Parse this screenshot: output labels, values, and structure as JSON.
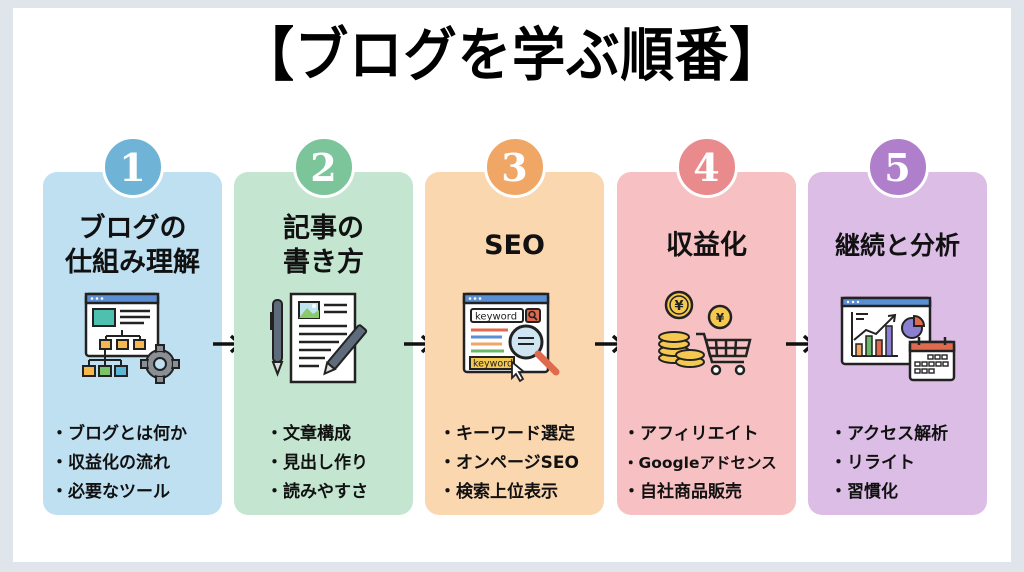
{
  "title": "【ブログを学ぶ順番】",
  "steps": [
    {
      "number": "1",
      "title_line1": "ブログの",
      "title_line2": "仕組み理解",
      "icon": "website-structure-gear-icon",
      "bullets": [
        "ブログとは何か",
        "収益化の流れ",
        "必要なツール"
      ],
      "bg_color": "#bfe0f1",
      "accent_color": "#6fb3d6"
    },
    {
      "number": "2",
      "title_line1": "記事の",
      "title_line2": "書き方",
      "icon": "document-pen-icon",
      "bullets": [
        "文章構成",
        "見出し作り",
        "読みやすさ"
      ],
      "bg_color": "#c4e6d0",
      "accent_color": "#7cc49a"
    },
    {
      "number": "3",
      "title_line1": "SEO",
      "title_line2": "",
      "icon": "keyword-search-icon",
      "bullets": [
        "キーワード選定",
        "オンページSEO",
        "検索上位表示"
      ],
      "bg_color": "#fbd7b0",
      "accent_color": "#f0a766",
      "keyword_label": "keyword"
    },
    {
      "number": "4",
      "title_line1": "収益化",
      "title_line2": "",
      "icon": "yen-coins-cart-icon",
      "bullets": [
        "アフィリエイト",
        "Googleアドセンス",
        "自社商品販売"
      ],
      "bg_color": "#f7c1c3",
      "accent_color": "#e98a8d",
      "currency_symbol": "¥"
    },
    {
      "number": "5",
      "title_line1": "継続と分析",
      "title_line2": "",
      "icon": "analytics-calendar-icon",
      "bullets": [
        "アクセス解析",
        "リライト",
        "習慣化"
      ],
      "bg_color": "#dbbde6",
      "accent_color": "#b07fcb"
    }
  ],
  "arrow": "→"
}
